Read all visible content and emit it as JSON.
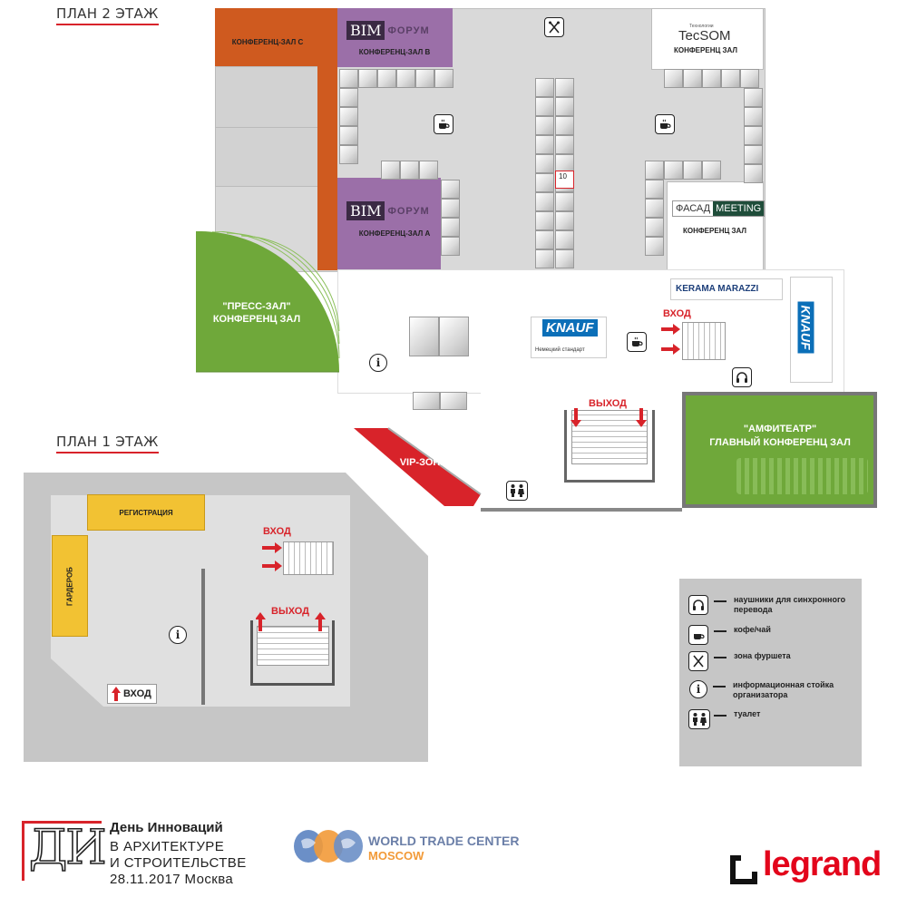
{
  "floor2": {
    "title": "ПЛАН 2 ЭТАЖ",
    "rooms": {
      "conf_c": "КОНФЕРЕНЦ-ЗАЛ С",
      "conf_b": "КОНФЕРЕНЦ-ЗАЛ В",
      "conf_a": "КОНФЕРЕНЦ-ЗАЛ А",
      "conf_tecsom": "КОНФЕРЕНЦ ЗАЛ",
      "conf_facade": "КОНФЕРЕНЦ ЗАЛ",
      "press_line1": "\"ПРЕСС-ЗАЛ\"",
      "press_line2": "КОНФЕРЕНЦ ЗАЛ",
      "amph_line1": "\"АМФИТЕАТР\"",
      "amph_line2": "ГЛАВНЫЙ КОНФЕРЕНЦ ЗАЛ",
      "vip": "VIP-ЗОНА"
    },
    "booth_number": "10",
    "entrance": "ВХОД",
    "exit": "ВЫХОД",
    "brands": {
      "bim_main": "BIM",
      "bim_sub": "ФОРУМ",
      "tecsom_small": "Технологии",
      "tecsom": "TecSOM",
      "facade_a": "ФАСАД",
      "facade_b": "MEETING",
      "kerama": "KERAMA MARAZZI",
      "knauf": "KNAUF",
      "knauf_tag": "Немецкий стандарт"
    },
    "colors": {
      "orange": "#cf5a1f",
      "purple": "#9b6fa8",
      "green": "#6fa83a",
      "red": "#d8232a",
      "grey": "#c6c6c6"
    }
  },
  "floor1": {
    "title": "ПЛАН 1 ЭТАЖ",
    "registration": "РЕГИСТРАЦИЯ",
    "wardrobe": "ГАРДЕРОБ",
    "entrance_top": "ВХОД",
    "exit": "ВЫХОД",
    "entrance_bottom": "ВХОД"
  },
  "legend": {
    "items": [
      {
        "icon": "headphones-icon",
        "text": "наушники для синхронного перевода"
      },
      {
        "icon": "coffee-icon",
        "text": "кофе/чай"
      },
      {
        "icon": "fork-knife-icon",
        "text": "зона фуршета"
      },
      {
        "icon": "info-icon",
        "text": "информационная стойка организатора"
      },
      {
        "icon": "toilet-icon",
        "text": "туалет"
      }
    ]
  },
  "footer": {
    "event_letters": "ДИ",
    "event_line1": "День Инноваций",
    "event_line2": "В АРХИТЕКТУРЕ",
    "event_line3": "И СТРОИТЕЛЬСТВЕ",
    "event_line4": "28.11.2017 Москва",
    "wtc_line1": "WORLD TRADE CENTER",
    "wtc_line2": "MOSCOW",
    "legrand": "legrand"
  }
}
